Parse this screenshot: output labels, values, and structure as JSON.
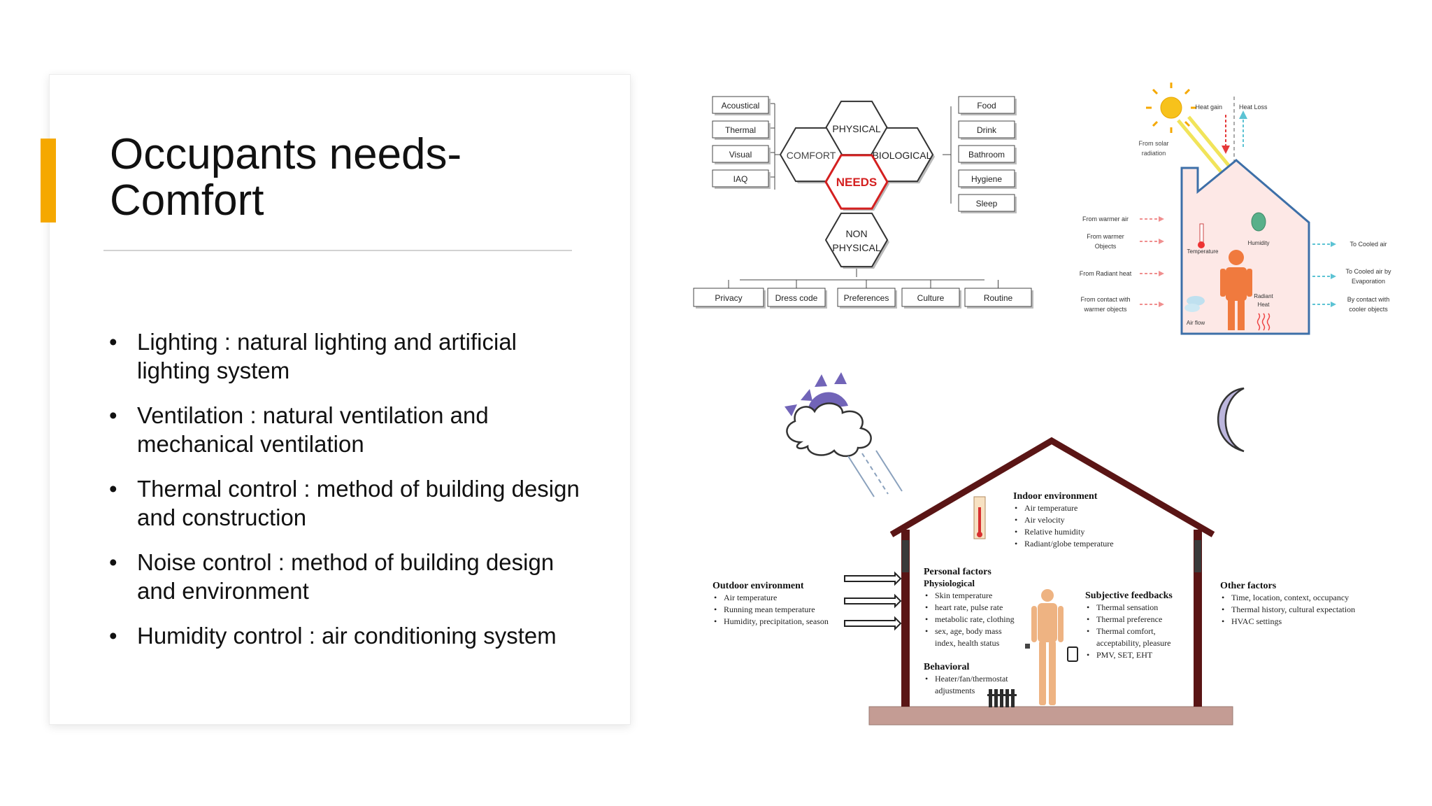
{
  "slide": {
    "title": "Occupants needs-\nComfort",
    "accent_color": "#f5a800",
    "bullets": [
      "Lighting : natural lighting and artificial lighting system",
      "Ventilation : natural ventilation and mechanical ventilation",
      "Thermal control : method of building design and construction",
      "Noise control : method of building design and environment",
      "Humidity control : air conditioning system"
    ]
  },
  "needs_diagram": {
    "center": "NEEDS",
    "center_color": "#d42020",
    "physical": "PHYSICAL",
    "comfort": "COMFORT",
    "biological": "BIOLOGICAL",
    "non_physical_1": "NON",
    "non_physical_2": "PHYSICAL",
    "comfort_items": [
      "Acoustical",
      "Thermal",
      "Visual",
      "IAQ"
    ],
    "biological_items": [
      "Food",
      "Drink",
      "Bathroom",
      "Hygiene",
      "Sleep"
    ],
    "non_physical_items": [
      "Privacy",
      "Dress code",
      "Preferences",
      "Culture",
      "Routine"
    ]
  },
  "heat_diagram": {
    "heat_gain": "Heat gain",
    "heat_loss": "Heat Loss",
    "solar_1": "From solar",
    "solar_2": "radiation",
    "gains": [
      [
        "From warmer air"
      ],
      [
        "From warmer",
        "Objects"
      ],
      [
        "From Radiant heat"
      ],
      [
        "From contact with",
        "warmer objects"
      ]
    ],
    "losses": [
      [
        "To Cooled air"
      ],
      [
        "To Cooled air by",
        "Evaporation"
      ],
      [
        "By contact with",
        "cooler objects"
      ]
    ],
    "inside": {
      "temperature": "Temperature",
      "humidity": "Humidity",
      "radiant_1": "Radiant",
      "radiant_2": "Heat",
      "airflow": "Air flow"
    }
  },
  "comfort_diagram": {
    "indoor": {
      "title": "Indoor environment",
      "items": [
        "Air temperature",
        "Air velocity",
        "Relative humidity",
        "Radiant/globe temperature"
      ]
    },
    "outdoor": {
      "title": "Outdoor environment",
      "items": [
        "Air temperature",
        "Running mean temperature",
        "Humidity, precipitation, season"
      ]
    },
    "personal": {
      "title": "Personal factors",
      "subtitle": "Physiological",
      "items": [
        [
          "Skin temperature"
        ],
        [
          "heart rate, pulse rate"
        ],
        [
          "metabolic rate, clothing"
        ],
        [
          "sex, age, body mass",
          "index, health status"
        ]
      ],
      "behavioral_title": "Behavioral",
      "behavioral_items": [
        [
          "Heater/fan/thermostat",
          "adjustments"
        ]
      ]
    },
    "subjective": {
      "title": "Subjective feedbacks",
      "items": [
        [
          "Thermal sensation"
        ],
        [
          "Thermal preference"
        ],
        [
          "Thermal comfort,",
          "acceptability, pleasure"
        ],
        [
          "PMV, SET, EHT"
        ]
      ]
    },
    "other": {
      "title": "Other factors",
      "items": [
        "Time, location, context, occupancy",
        "Thermal history, cultural expectation",
        "HVAC settings"
      ]
    }
  }
}
